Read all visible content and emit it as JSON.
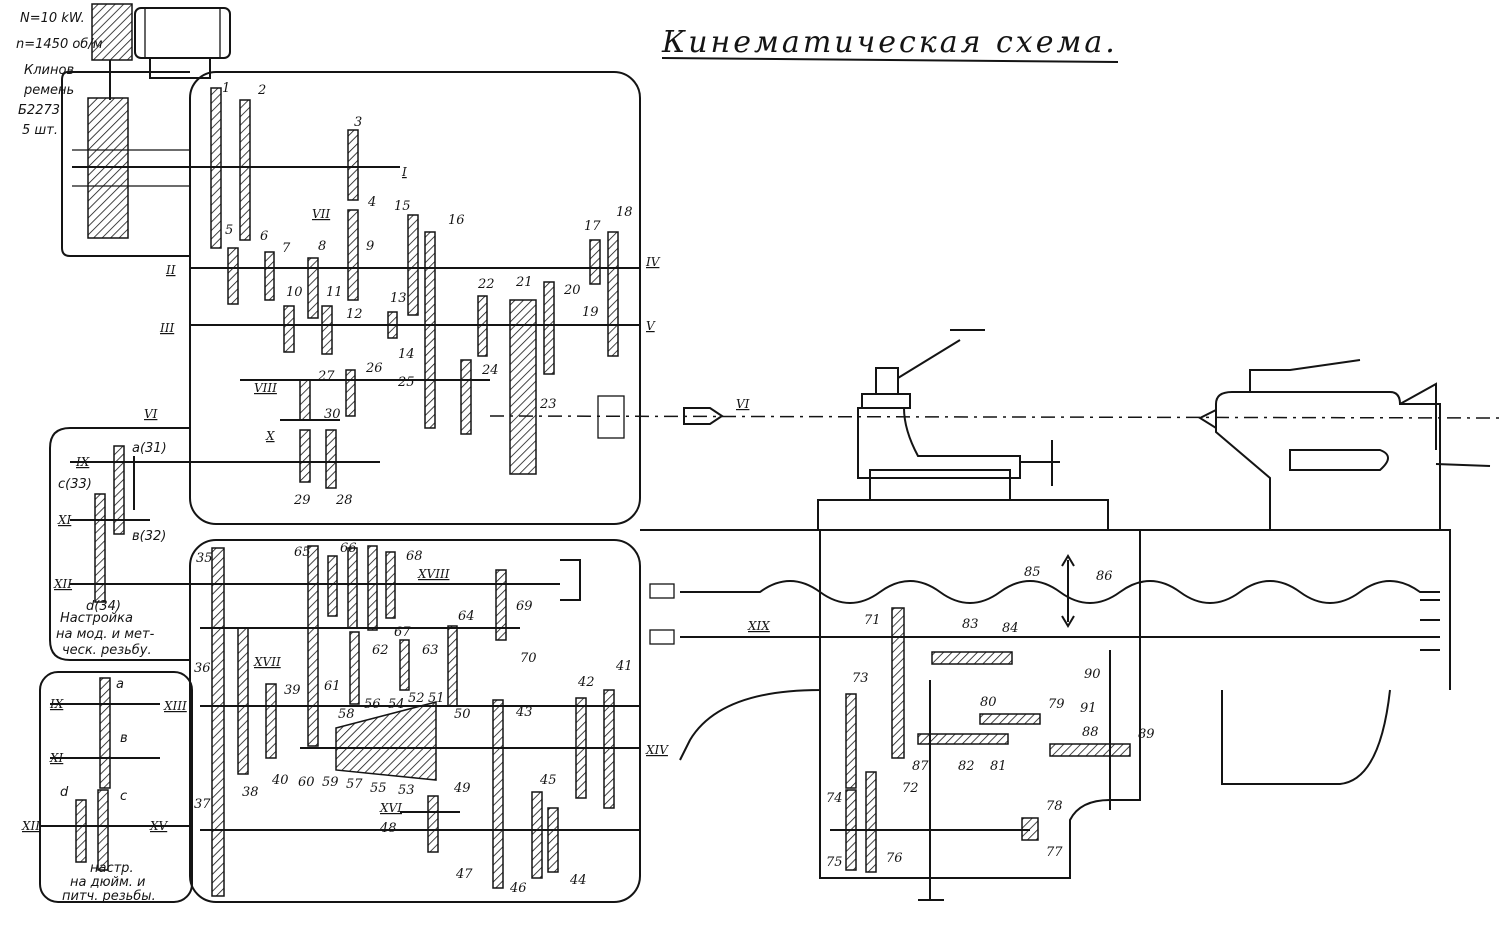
{
  "title": "Кинематическая схема.",
  "motor": {
    "power": "N=10 kW.",
    "speed": "n=1450 об/м",
    "belt_line1": "Клинов",
    "belt_line2": "ремень",
    "belt_line3": "Б2273",
    "belt_line4": "5 шт."
  },
  "notes": {
    "metric_line1": "Настройка",
    "metric_line2": "на мод. и мет-",
    "metric_line3": "ческ. резьбу.",
    "inch_line1": "настр.",
    "inch_line2": "на дюйм. и",
    "inch_line3": "питч. резьбы."
  },
  "change_gears": {
    "a": "a(31)",
    "b": "в(32)",
    "c": "c(33)",
    "d": "d(34)",
    "a2": "a",
    "b2": "в",
    "c2": "c",
    "d2": "d"
  },
  "shafts": {
    "I": "I",
    "II": "II",
    "III": "III",
    "IV": "IV",
    "V": "V",
    "VI": "VI",
    "VI_spindle": "VI",
    "VII": "VII",
    "VIII": "VIII",
    "IX": "IX",
    "X": "X",
    "XI": "XI",
    "XII": "XII",
    "XIII": "XIII",
    "XIV": "XIV",
    "XV": "XV",
    "XVI": "XVI",
    "XVII": "XVII",
    "XVIII": "XVIII",
    "XIX": "XIX",
    "IX_b": "IX",
    "XI_b": "XI",
    "XII_b": "XII"
  },
  "gears": {
    "g1": "1",
    "g2": "2",
    "g3": "3",
    "g4": "4",
    "g5": "5",
    "g6": "6",
    "g7": "7",
    "g8": "8",
    "g9": "9",
    "g10": "10",
    "g11": "11",
    "g12": "12",
    "g13": "13",
    "g14": "14",
    "g15": "15",
    "g16": "16",
    "g17": "17",
    "g18": "18",
    "g19": "19",
    "g20": "20",
    "g21": "21",
    "g22": "22",
    "g23": "23",
    "g24": "24",
    "g25": "25",
    "g26": "26",
    "g27": "27",
    "g28": "28",
    "g29": "29",
    "g30": "30",
    "g35": "35",
    "g36": "36",
    "g37": "37",
    "g38": "38",
    "g39": "39",
    "g40": "40",
    "g41": "41",
    "g42": "42",
    "g43": "43",
    "g44": "44",
    "g45": "45",
    "g46": "46",
    "g47": "47",
    "g48": "48",
    "g49": "49",
    "g50": "50",
    "g51": "51",
    "g52": "52",
    "g53": "53",
    "g54": "54",
    "g55": "55",
    "g56": "56",
    "g57": "57",
    "g58": "58",
    "g59": "59",
    "g60": "60",
    "g61": "61",
    "g62": "62",
    "g63": "63",
    "g64": "64",
    "g65": "65",
    "g66": "66",
    "g67": "67",
    "g68": "68",
    "g69": "69",
    "g70": "70",
    "g71": "71",
    "g72": "72",
    "g73": "73",
    "g74": "74",
    "g75": "75",
    "g76": "76",
    "g77": "77",
    "g78": "78",
    "g79": "79",
    "g80": "80",
    "g81": "81",
    "g82": "82",
    "g83": "83",
    "g84": "84",
    "g85": "85",
    "g86": "86",
    "g87": "87",
    "g88": "88",
    "g89": "89",
    "g90": "90",
    "g91": "91"
  }
}
